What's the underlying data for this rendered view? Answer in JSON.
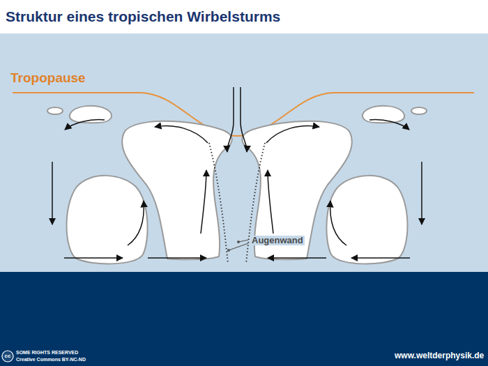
{
  "diagram": {
    "title": "Struktur eines tropischen Wirbelsturms",
    "labels": [
      "Tropopause",
      "Augenwand",
      "cc",
      "SOME RIGHTS RESERVED",
      "Creative Commons BY-NC-ND",
      "www.weltderphysik.de"
    ]
  }
}
